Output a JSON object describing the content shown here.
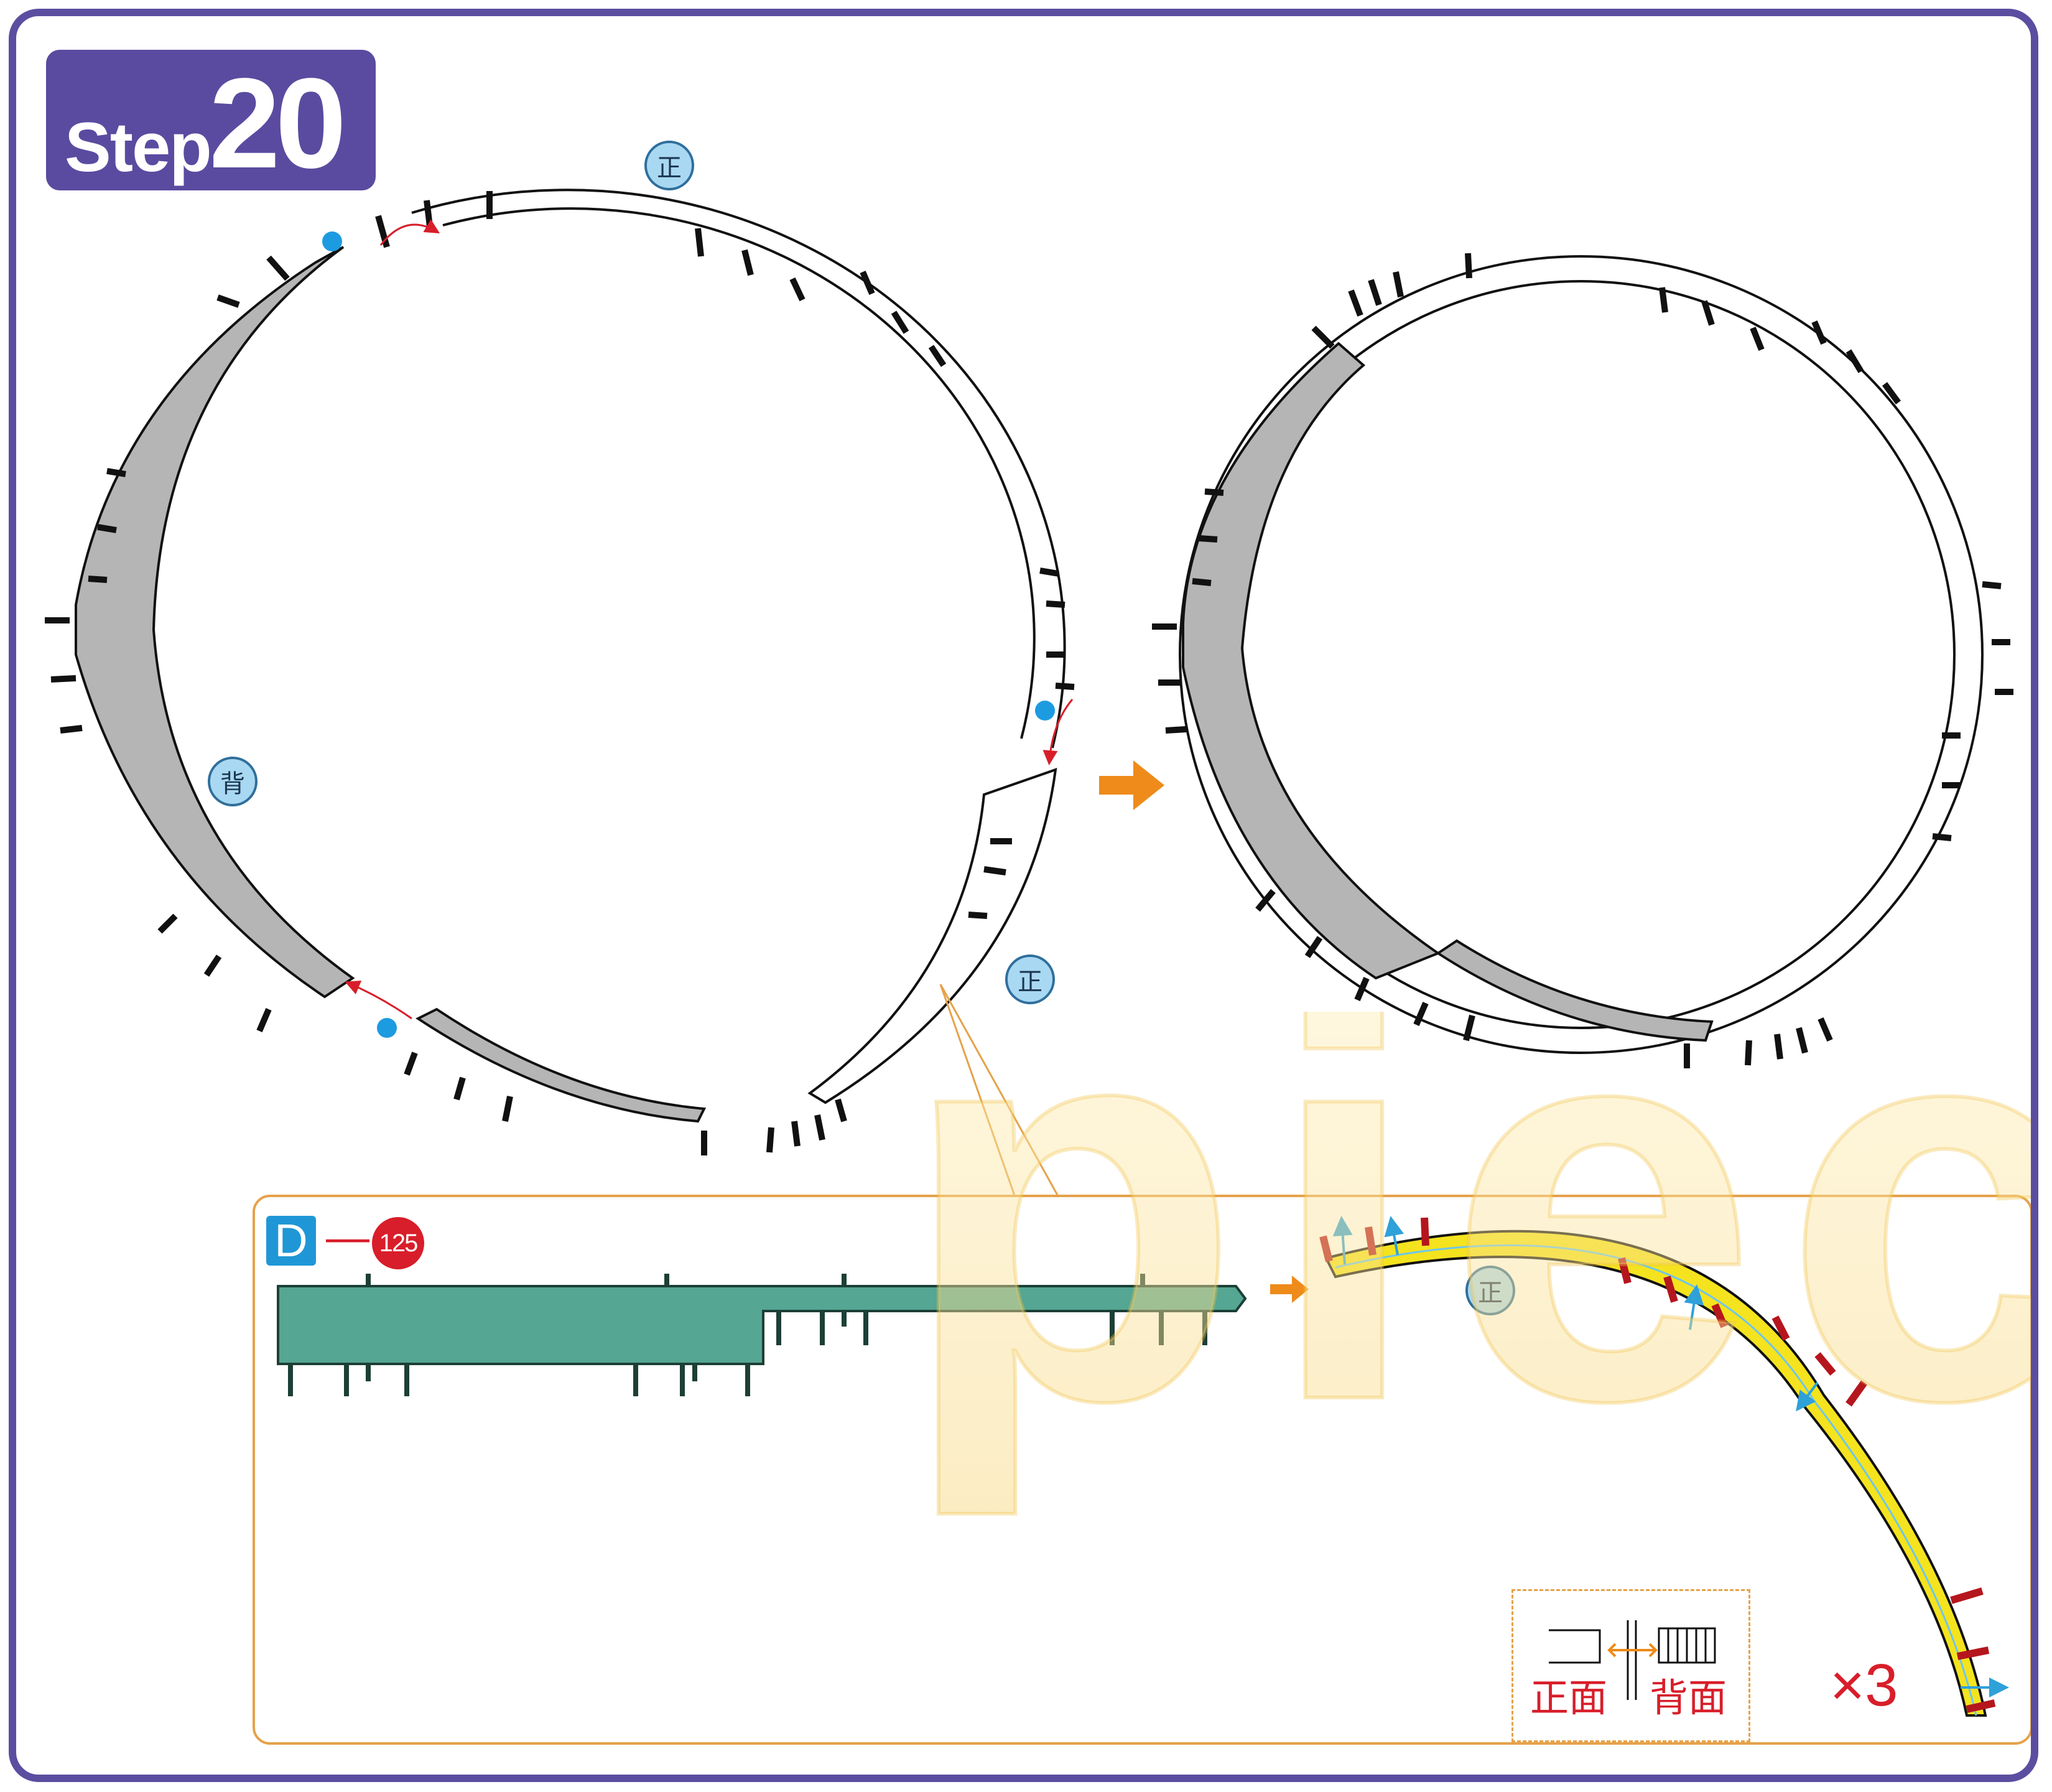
{
  "step": {
    "word": "Step",
    "number": "20"
  },
  "callouts": {
    "front_top": "正",
    "back_left": "背",
    "front_right": "正",
    "front_detail": "正"
  },
  "part": {
    "letter": "D",
    "dash": "—",
    "number": "125"
  },
  "legend": {
    "front": "正面",
    "back": "背面"
  },
  "quantity": "×3",
  "watermark_text": "piece",
  "colors": {
    "frame": "#5b4ea0",
    "badge": "#5a4ba0",
    "grey_band": "#b5b5b5",
    "part_green": "#55a692",
    "highlight_yellow": "#f4e31e",
    "arrow_orange": "#ee8b1a",
    "guide_red": "#d81e2a",
    "callout_blue": "#a9d8f2",
    "dot_blue": "#1d9be0",
    "panel_border": "#e5a24a"
  },
  "icons": [
    "orange-arrow-icon",
    "blue-dot-icon",
    "red-guide-arrow-icon",
    "blue-direction-arrow-icon"
  ]
}
